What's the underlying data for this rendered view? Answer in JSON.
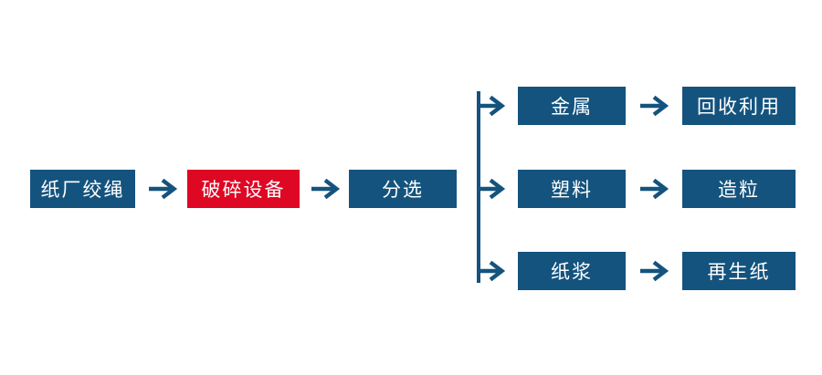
{
  "diagram": {
    "title": "paper-mill-rope-recycling-process-flowchart",
    "nodes": {
      "source": "纸厂绞绳",
      "crusher": "破碎设备",
      "sorting": "分选",
      "metal": "金属",
      "metal_result": "回收利用",
      "plastic": "塑料",
      "plastic_result": "造粒",
      "pulp": "纸浆",
      "pulp_result": "再生纸"
    },
    "branches": [
      {
        "source": "金属",
        "result": "回收利用"
      },
      {
        "source": "塑料",
        "result": "造粒"
      },
      {
        "source": "纸浆",
        "result": "再生纸"
      }
    ],
    "icons": {
      "arrow_right": "→"
    },
    "colors": {
      "node_blue": "#14537E",
      "node_red": "#DE0724",
      "arrow": "#14537E",
      "text": "#FFFFFF",
      "background": "#FFFFFF"
    }
  }
}
